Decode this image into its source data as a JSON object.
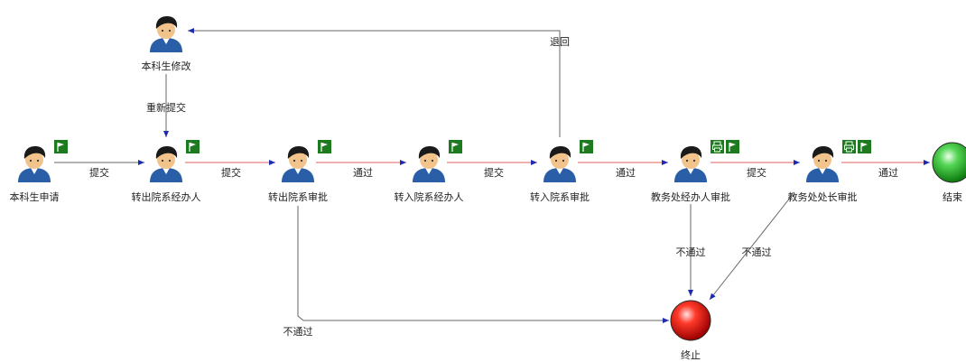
{
  "nodes": {
    "revise": "本科生修改",
    "apply": "本科生申请",
    "out_handler": "转出院系经办人",
    "out_approve": "转出院系审批",
    "in_handler": "转入院系经办人",
    "in_approve": "转入院系审批",
    "office_handler": "教务处经办人审批",
    "office_head": "教务处处长审批",
    "finish": "结束",
    "stop": "终止"
  },
  "edges": {
    "submit_1": "提交",
    "submit_2": "提交",
    "pass_1": "通过",
    "submit_3": "提交",
    "pass_2": "通过",
    "submit_4": "提交",
    "pass_3": "通过",
    "return": "退回",
    "resubmit": "重新提交",
    "fail_1": "不通过",
    "fail_2": "不通过",
    "fail_3": "不通过"
  },
  "colors": {
    "line": "#666666",
    "flow_line": "#e06060",
    "arrow": "#1c2bb0",
    "flag_bg": "#1e7a1e",
    "end_green": "#22b022",
    "end_red": "#e01010",
    "person_dark": "#1a1a1a",
    "person_skin": "#f2c48c",
    "person_shirt": "#2a5fa8"
  },
  "icons": [
    "person-icon",
    "flag-icon",
    "printer-icon",
    "end-green-icon",
    "stop-red-icon"
  ]
}
